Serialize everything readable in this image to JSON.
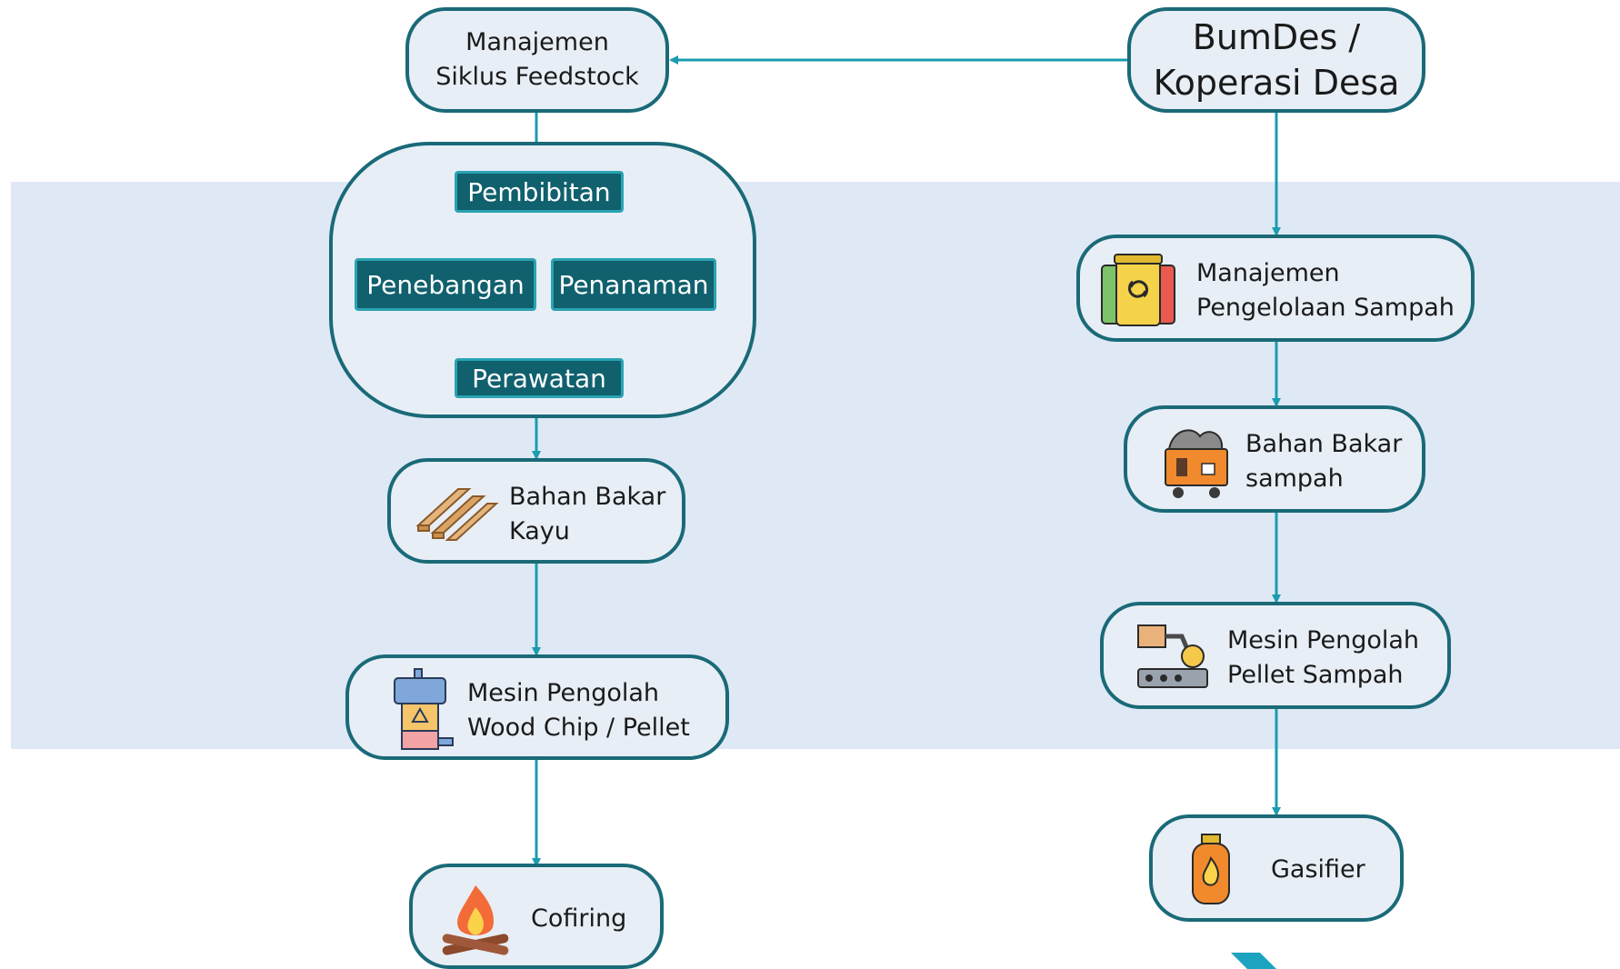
{
  "top_left": {
    "label": "Manajemen\nSiklus Feedstock"
  },
  "top_right": {
    "label": "BumDes /\nKoperasi Desa"
  },
  "cycle": {
    "stages": [
      "Pembibitan",
      "Penanaman",
      "Perawatan",
      "Penebangan"
    ]
  },
  "left_flow": [
    {
      "label": "Bahan Bakar\nKayu",
      "icon": "wood-planks-icon"
    },
    {
      "label": "Mesin Pengolah\nWood Chip / Pellet",
      "icon": "pellet-machine-icon"
    },
    {
      "label": "Cofiring",
      "icon": "campfire-icon"
    }
  ],
  "right_flow": [
    {
      "label": "Manajemen\nPengelolaan Sampah",
      "icon": "recycle-bins-icon"
    },
    {
      "label": "Bahan Bakar\nsampah",
      "icon": "waste-cart-icon"
    },
    {
      "label": "Mesin Pengolah\nPellet Sampah",
      "icon": "factory-robot-icon"
    },
    {
      "label": "Gasifier",
      "icon": "gas-cylinder-icon"
    }
  ],
  "colors": {
    "node_border": "#1a6a78",
    "node_fill": "#e8eef6",
    "arrow": "#1b9cb0",
    "band": "#dee9f5",
    "cycle_box": "#10606e"
  }
}
